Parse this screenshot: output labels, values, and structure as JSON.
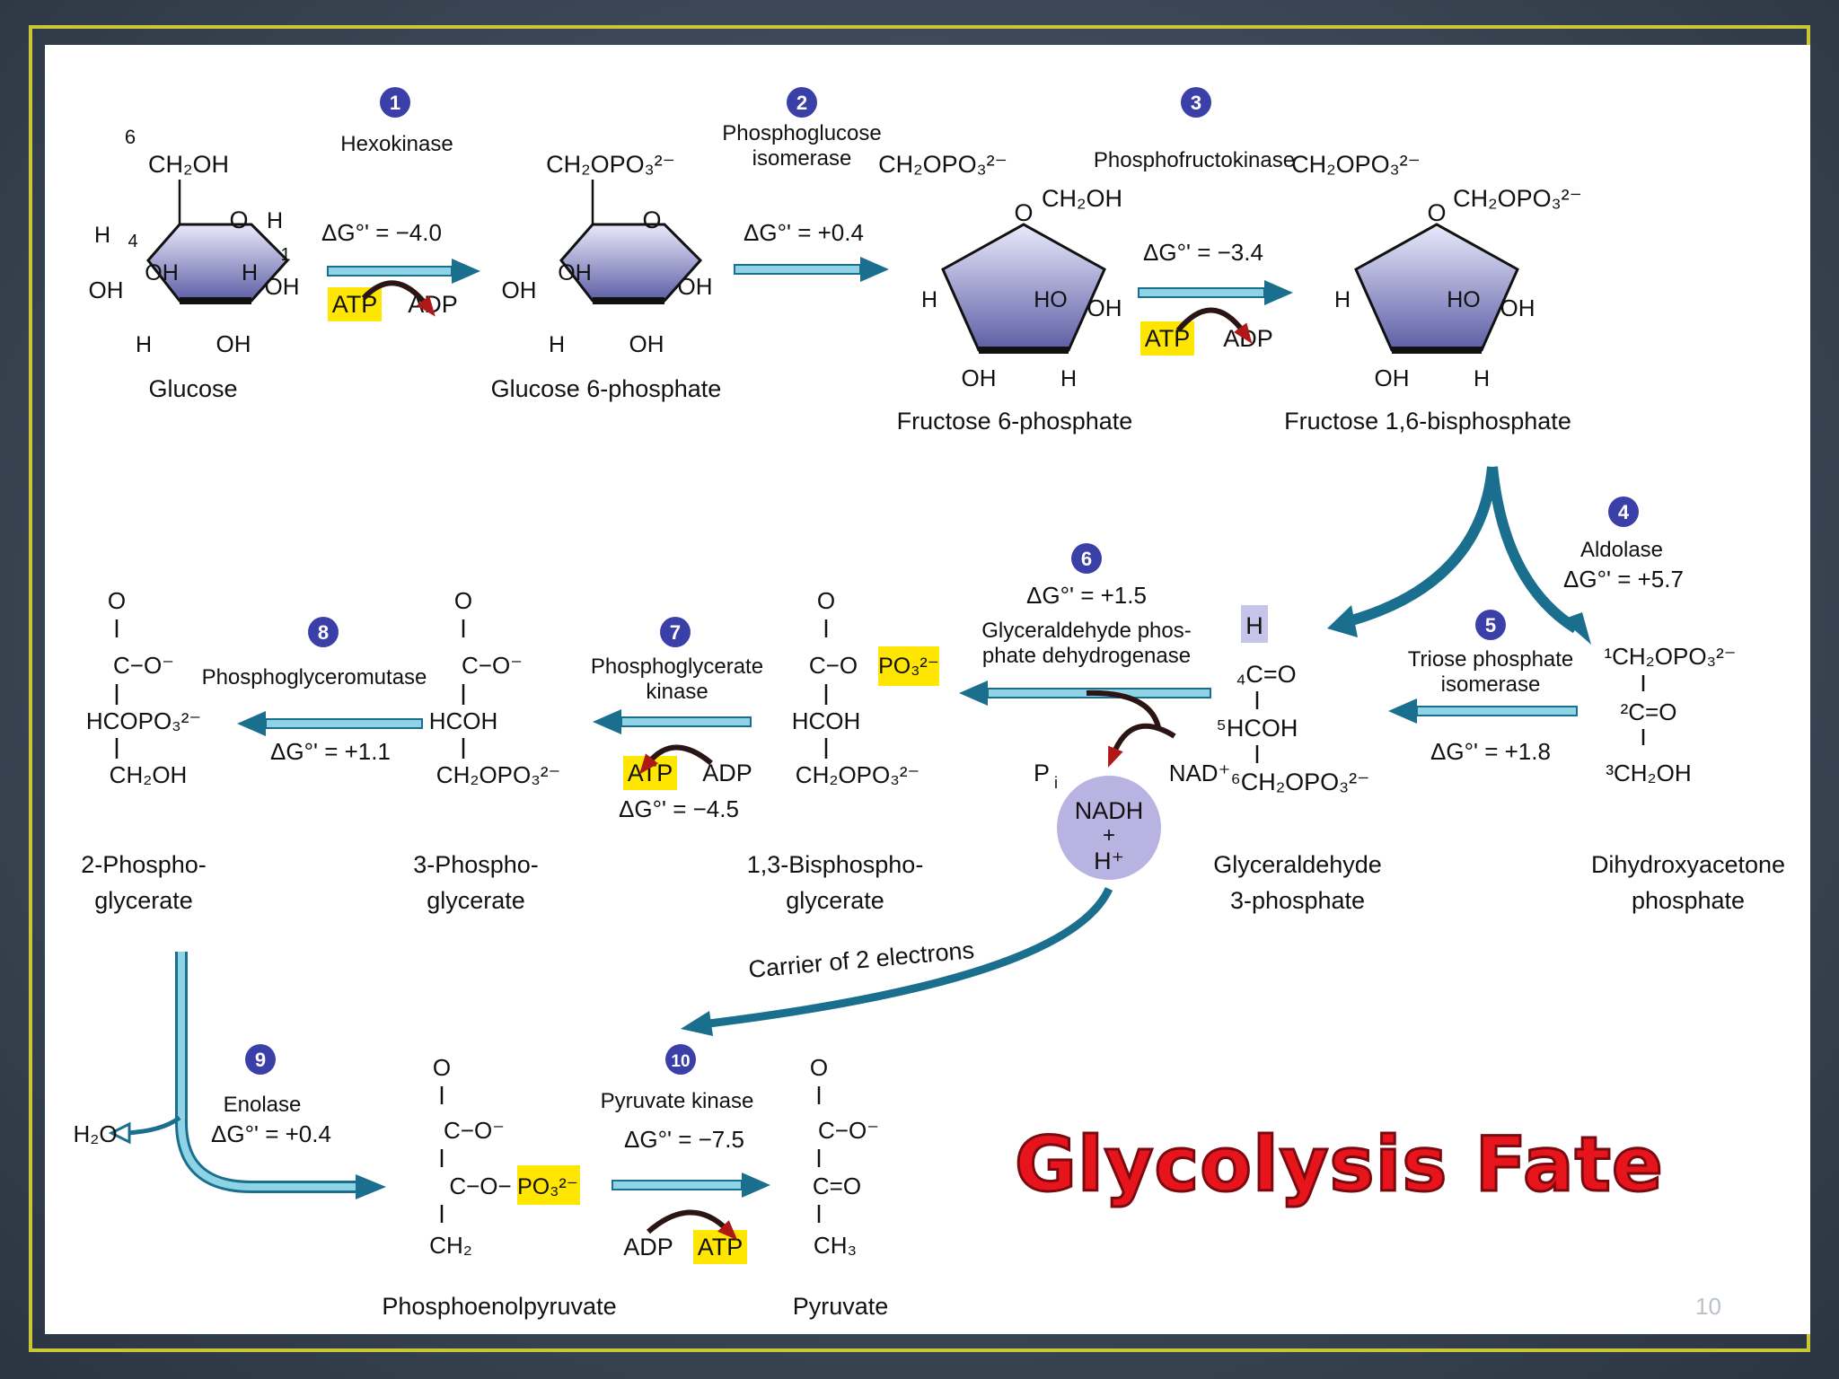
{
  "title": "Glycolysis Fate",
  "page_number": "10",
  "steps": [
    "1",
    "2",
    "3",
    "4",
    "5",
    "6",
    "7",
    "8",
    "9",
    "10"
  ],
  "enzymes": {
    "s1": "Hexokinase",
    "s2a": "Phosphoglucose",
    "s2b": "isomerase",
    "s3": "Phosphofructokinase",
    "s4": "Aldolase",
    "s5a": "Triose phosphate",
    "s5b": "isomerase",
    "s6a": "Glyceraldehyde phos-",
    "s6b": "phate dehydrogenase",
    "s7a": "Phosphoglycerate",
    "s7b": "kinase",
    "s8": "Phosphoglyceromutase",
    "s9": "Enolase",
    "s10": "Pyruvate kinase"
  },
  "energies": {
    "s1": "ΔG°' = −4.0",
    "s2": "ΔG°' = +0.4",
    "s3": "ΔG°' = −3.4",
    "s4": "ΔG°' = +5.7",
    "s5": "ΔG°' = +1.8",
    "s6": "ΔG°' = +1.5",
    "s7": "ΔG°' = −4.5",
    "s8": "ΔG°' = +1.1",
    "s9": "ΔG°' = +0.4",
    "s10": "ΔG°' = −7.5"
  },
  "cofactors": {
    "atp": "ATP",
    "adp": "ADP",
    "pi": "P",
    "pi_sub": "i",
    "nad": "NAD⁺",
    "nadh": "NADH",
    "plus": "+",
    "h": "H⁺",
    "water": "H₂O",
    "carrier": "Carrier of 2 electrons"
  },
  "compounds": {
    "glucose": "Glucose",
    "g6p": "Glucose 6-phosphate",
    "f6p": "Fructose 6-phosphate",
    "f16bp": "Fructose 1,6-bisphosphate",
    "dhap_a": "Dihydroxyacetone",
    "dhap_b": "phosphate",
    "g3p_a": "Glyceraldehyde",
    "g3p_b": "3-phosphate",
    "bpg_a": "1,3-Bisphospho-",
    "bpg_b": "glycerate",
    "pg3_a": "3-Phospho-",
    "pg3_b": "glycerate",
    "pg2_a": "2-Phospho-",
    "pg2_b": "glycerate",
    "pep": "Phosphoenolpyruvate",
    "pyruvate": "Pyruvate"
  },
  "colors": {
    "arrow": "#1a6f8f",
    "arrow_light": "#8fd3e6",
    "curl": "#b01818",
    "highlight": "#ffe600",
    "badge": "#3b3fa8",
    "ring_top": "#e9e9fb",
    "ring_bottom": "#5d5ea5",
    "title": "#e8141c",
    "nadh": "#b9b3e2"
  }
}
